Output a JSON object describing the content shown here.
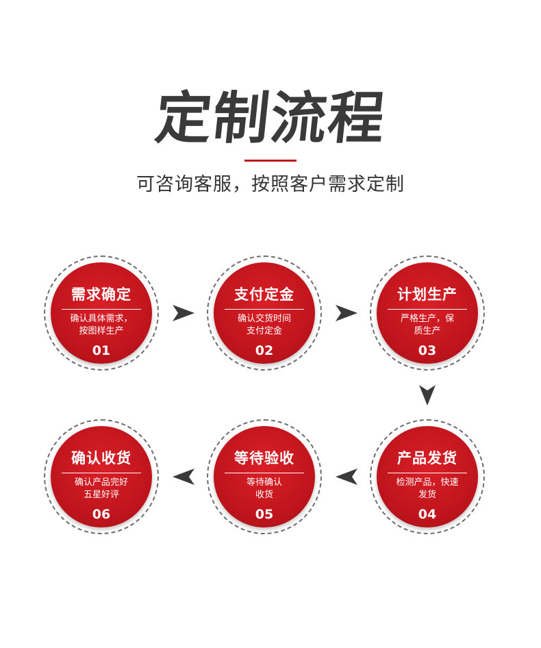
{
  "header": {
    "title": "定制流程",
    "subtitle": "可咨询客服，按照客户需求定制",
    "accent_color": "#c0151d"
  },
  "steps": [
    {
      "title": "需求确定",
      "desc_line1": "确认具体需求，",
      "desc_line2": "按图样生产",
      "number": "01"
    },
    {
      "title": "支付定金",
      "desc_line1": "确认交货时间",
      "desc_line2": "支付定金",
      "number": "02"
    },
    {
      "title": "计划生产",
      "desc_line1": "严格生产，保",
      "desc_line2": "质生产",
      "number": "03"
    },
    {
      "title": "产品发货",
      "desc_line1": "检测产品，快速",
      "desc_line2": "发货",
      "number": "04"
    },
    {
      "title": "等待验收",
      "desc_line1": "等待确认",
      "desc_line2": "收货",
      "number": "05"
    },
    {
      "title": "确认收货",
      "desc_line1": "确认产品完好",
      "desc_line2": "五星好评",
      "number": "06"
    }
  ],
  "arrows": {
    "icon_right": "arrow-right-icon",
    "icon_left": "arrow-left-icon",
    "icon_down": "arrow-down-icon",
    "color": "#3a3a3a"
  },
  "colors": {
    "circle_red": "#c1151d",
    "ring_gray": "#6d6d6d",
    "text_dark": "#333333"
  }
}
